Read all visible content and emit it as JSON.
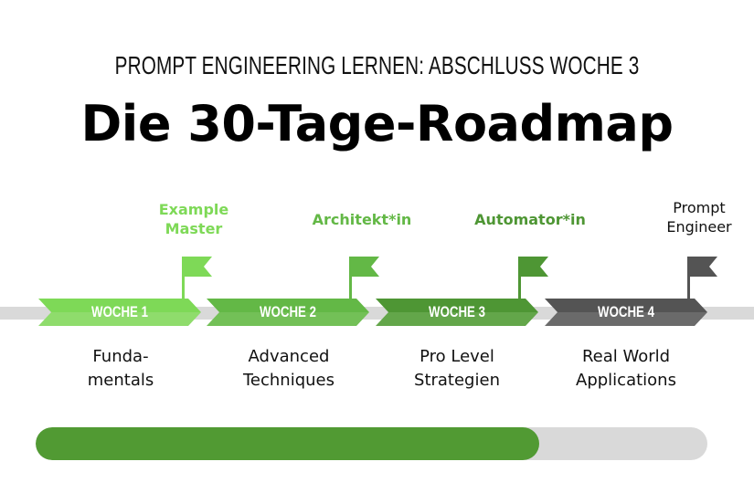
{
  "header": {
    "subtitle": "PROMPT ENGINEERING LERNEN: ABSCHLUSS WOCHE 3",
    "title": "Die 30-Tage-Roadmap"
  },
  "weeks": [
    {
      "label": "WOCHE 1",
      "color": "#7ed957",
      "color_dark": "#8fdc6c",
      "milestone": [
        "Example",
        "Master"
      ],
      "milestone_color": "#7ed957",
      "description": [
        "Funda-",
        "mentals"
      ]
    },
    {
      "label": "WOCHE 2",
      "color": "#63b846",
      "color_dark": "#73c057",
      "milestone": [
        "Architekt*in"
      ],
      "milestone_color": "#63b846",
      "description": [
        "Advanced",
        "Techniques"
      ]
    },
    {
      "label": "WOCHE 3",
      "color": "#4e9634",
      "color_dark": "#63a64a",
      "milestone": [
        "Automator*in"
      ],
      "milestone_color": "#4e9634",
      "description": [
        "Pro Level",
        "Strategien"
      ]
    },
    {
      "label": "WOCHE 4",
      "color": "#545454",
      "color_dark": "#6a6a6a",
      "milestone": [
        "Prompt",
        "Engineer"
      ],
      "milestone_color": "#111111",
      "description": [
        "Real World",
        "Applications"
      ]
    }
  ],
  "progress": {
    "percent": 75,
    "fill_color": "#519a33",
    "track_color": "#d9d9d9"
  }
}
